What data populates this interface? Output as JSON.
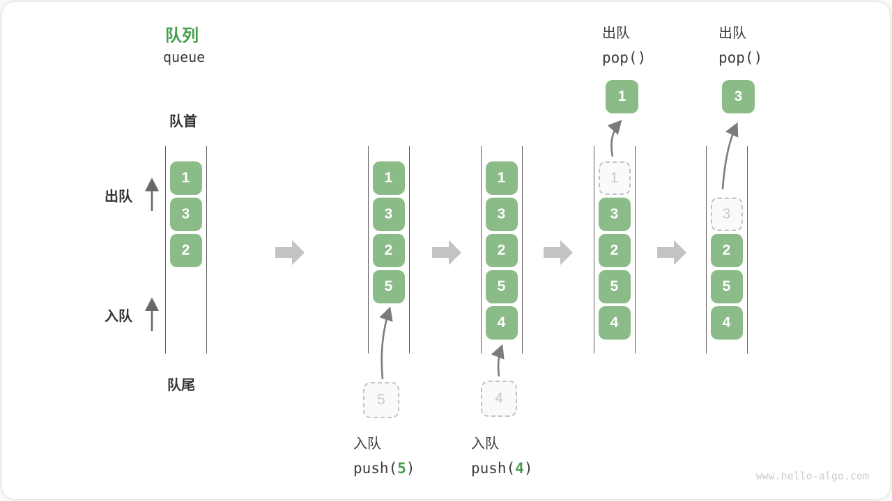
{
  "title": {
    "zh": "队列",
    "en": "queue"
  },
  "labels": {
    "front": "队首",
    "rear": "队尾",
    "dequeue": "出队",
    "enqueue": "入队"
  },
  "operations": {
    "push5": {
      "label": "入队",
      "code_prefix": "push(",
      "arg": "5",
      "code_suffix": ")"
    },
    "push4": {
      "label": "入队",
      "code_prefix": "push(",
      "arg": "4",
      "code_suffix": ")"
    },
    "pop1": {
      "label": "出队",
      "code": "pop()"
    },
    "pop2": {
      "label": "出队",
      "code": "pop()"
    }
  },
  "columns": [
    {
      "boxes": [
        {
          "value": "1"
        },
        {
          "value": "3"
        },
        {
          "value": "2"
        }
      ]
    },
    {
      "boxes": [
        {
          "value": "1"
        },
        {
          "value": "3"
        },
        {
          "value": "2"
        },
        {
          "value": "5"
        }
      ],
      "incoming": {
        "value": "5"
      }
    },
    {
      "boxes": [
        {
          "value": "1"
        },
        {
          "value": "3"
        },
        {
          "value": "2"
        },
        {
          "value": "5"
        },
        {
          "value": "4"
        }
      ],
      "incoming": {
        "value": "4"
      }
    },
    {
      "ghost": {
        "value": "1"
      },
      "boxes": [
        {
          "value": "3"
        },
        {
          "value": "2"
        },
        {
          "value": "5"
        },
        {
          "value": "4"
        }
      ]
    },
    {
      "ghost": {
        "value": "3"
      },
      "boxes": [
        {
          "value": "2"
        },
        {
          "value": "5"
        },
        {
          "value": "4"
        }
      ]
    }
  ],
  "popped": [
    {
      "value": "1"
    },
    {
      "value": "3"
    }
  ],
  "watermark": "www.hello-algo.com",
  "colors": {
    "accent_green": "#459e4d",
    "box_green": "#8bbb87",
    "block_arrow": "#c3c3c3",
    "thin_arrow": "#7b7b7b",
    "ghost_gray": "#c8c8c8",
    "channel_line": "#5c5c5c"
  }
}
